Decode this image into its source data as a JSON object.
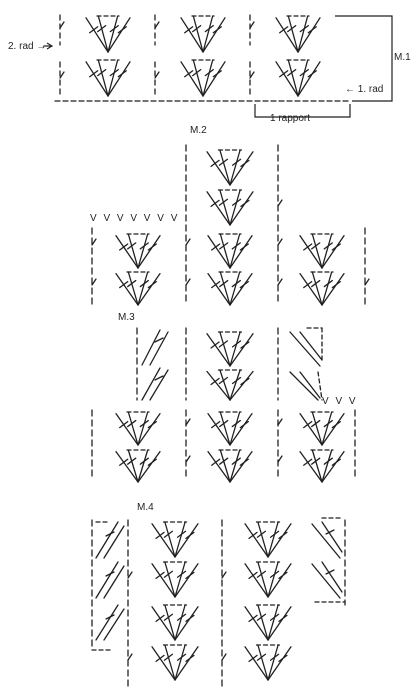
{
  "labels": {
    "row2": "2. rad",
    "row2_arrow": "→",
    "row1": "1. rad",
    "row1_arrow": "←",
    "m1": "M.1",
    "rapport": "1 rapport",
    "m2": "M.2",
    "m3": "M.3",
    "m4": "M.4"
  },
  "symbols": {
    "v_row_m2": "V V V V V V V",
    "v_row_m3": "V V V"
  },
  "colors": {
    "ink": "#231f20",
    "background": "#ffffff"
  }
}
